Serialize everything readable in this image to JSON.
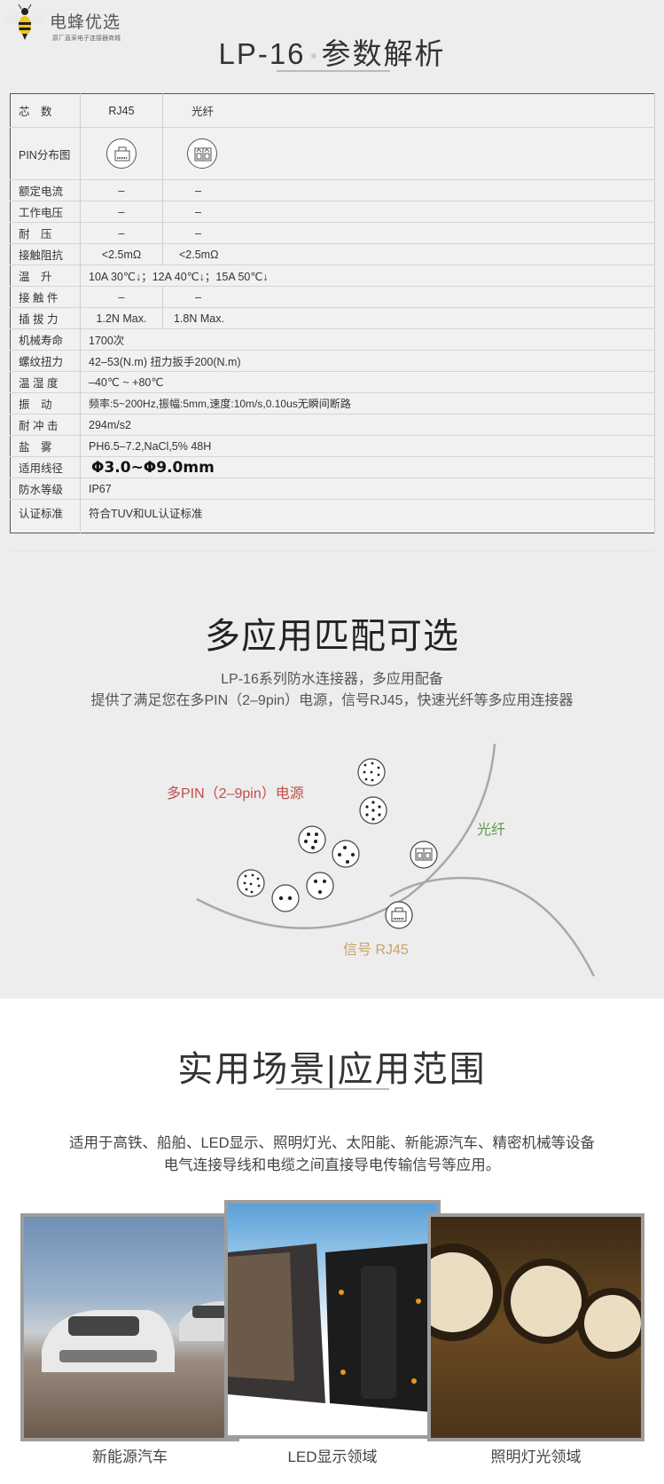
{
  "brand": {
    "name": "电蜂优选",
    "tagline": "原厂直采电子连接器商城"
  },
  "section1": {
    "title_model": "LP-16",
    "title_text": "参数解析"
  },
  "spec_table": {
    "header": {
      "label": "芯　数",
      "col1": "RJ45",
      "col2": "光纤"
    },
    "pin_row": {
      "label": "PIN分布图",
      "col1_icon": "rj45-pin-icon",
      "col2_icon": "fiber-pin-icon"
    },
    "split_rows": [
      {
        "label": "额定电流",
        "col1": "–",
        "col2": "–"
      },
      {
        "label": "工作电压",
        "col1": "–",
        "col2": "–"
      },
      {
        "label": "耐　压",
        "col1": "–",
        "col2": "–"
      },
      {
        "label": "接触阻抗",
        "col1": "<2.5mΩ",
        "col2": "<2.5mΩ"
      }
    ],
    "temp_rise": {
      "label": "温　升",
      "value": "10A 30℃↓；12A 40℃↓；15A 50℃↓"
    },
    "split_rows2": [
      {
        "label": "接 触 件",
        "col1": "–",
        "col2": "–"
      },
      {
        "label": "插 拔 力",
        "col1": "1.2N Max.",
        "col2": "1.8N Max."
      }
    ],
    "full_rows": [
      {
        "label": "机械寿命",
        "value": "1700次"
      },
      {
        "label": "螺纹扭力",
        "value": "42–53(N.m)  扭力扳手200(N.m)"
      },
      {
        "label": "温 湿 度",
        "value": "–40℃ ~ +80℃"
      },
      {
        "label": "振　动",
        "value": "频率:5~200Hz,振幅:5mm,速度:10m/s,0.10us无瞬间断路"
      },
      {
        "label": "耐 冲 击",
        "value": "294m/s2"
      },
      {
        "label": "盐　雾",
        "value": "PH6.5–7.2,NaCl,5% 48H"
      },
      {
        "label": "适用线径",
        "value": "Φ3.0~Φ9.0mm"
      },
      {
        "label": "防水等级",
        "value": "IP67"
      },
      {
        "label": "认证标准",
        "value": "符合TUV和UL认证标准"
      }
    ]
  },
  "section2": {
    "title": "多应用匹配可选",
    "subtitle1": "LP-16系列防水连接器，多应用配备",
    "subtitle2": "提供了满足您在多PIN（2–9pin）电源，信号RJ45，快速光纤等多应用连接器",
    "labels": {
      "power": "多PIN（2–9pin）电源",
      "fiber": "光纤",
      "signal": "信号 RJ45"
    },
    "colors": {
      "power": "#c0504d",
      "fiber": "#5a9a4a",
      "signal": "#c7a36a"
    }
  },
  "section3": {
    "title": "实用场景|应用范围",
    "desc1": "适用于高铁、船舶、LED显示、照明灯光、太阳能、新能源汽车、精密机械等设备",
    "desc2": "电气连接导线和电缆之间直接导电传输信号等应用。",
    "cards": [
      {
        "caption": "新能源汽车"
      },
      {
        "caption": "LED显示领域"
      },
      {
        "caption": "照明灯光领域"
      }
    ]
  }
}
